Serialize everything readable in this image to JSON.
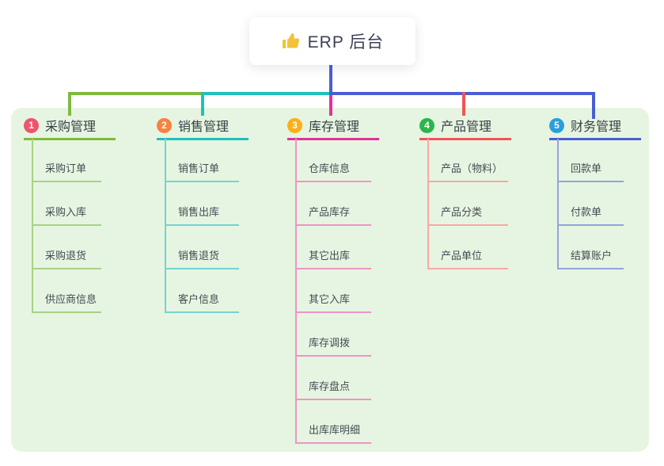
{
  "root": {
    "title": "ERP 后台",
    "icon": "thumbs-up-icon"
  },
  "branches": [
    {
      "num": "1",
      "label": "采购管理",
      "badge_color": "#f0536d",
      "line_color": "#7fba3d",
      "light_line_color": "#a8d285",
      "children": [
        "采购订单",
        "采购入库",
        "采购退货",
        "供应商信息"
      ]
    },
    {
      "num": "2",
      "label": "销售管理",
      "badge_color": "#f8823f",
      "line_color": "#1fc0bd",
      "light_line_color": "#73d4d0",
      "children": [
        "销售订单",
        "销售出库",
        "销售退货",
        "客户信息"
      ]
    },
    {
      "num": "3",
      "label": "库存管理",
      "badge_color": "#fbb018",
      "line_color": "#e03397",
      "light_line_color": "#ef94c6",
      "children": [
        "仓库信息",
        "产品库存",
        "其它出库",
        "其它入库",
        "库存调拨",
        "库存盘点",
        "出库库明细"
      ]
    },
    {
      "num": "4",
      "label": "产品管理",
      "badge_color": "#2cb54c",
      "line_color": "#f25358",
      "light_line_color": "#f7a8a4",
      "children": [
        "产品（物料）",
        "产品分类",
        "产品单位"
      ]
    },
    {
      "num": "5",
      "label": "财务管理",
      "badge_color": "#2b9fd9",
      "line_color": "#4a5ed1",
      "light_line_color": "#91a4de",
      "children": [
        "回款单",
        "付款单",
        "结算账户"
      ]
    }
  ],
  "colors": {
    "panel_background": "#e6f5e1",
    "root_connector": "#4a5ed1",
    "root_text": "#3b4254",
    "header_text": "#3a4048",
    "child_text": "#454b54",
    "thumb_icon_fill": "#f2c238"
  }
}
